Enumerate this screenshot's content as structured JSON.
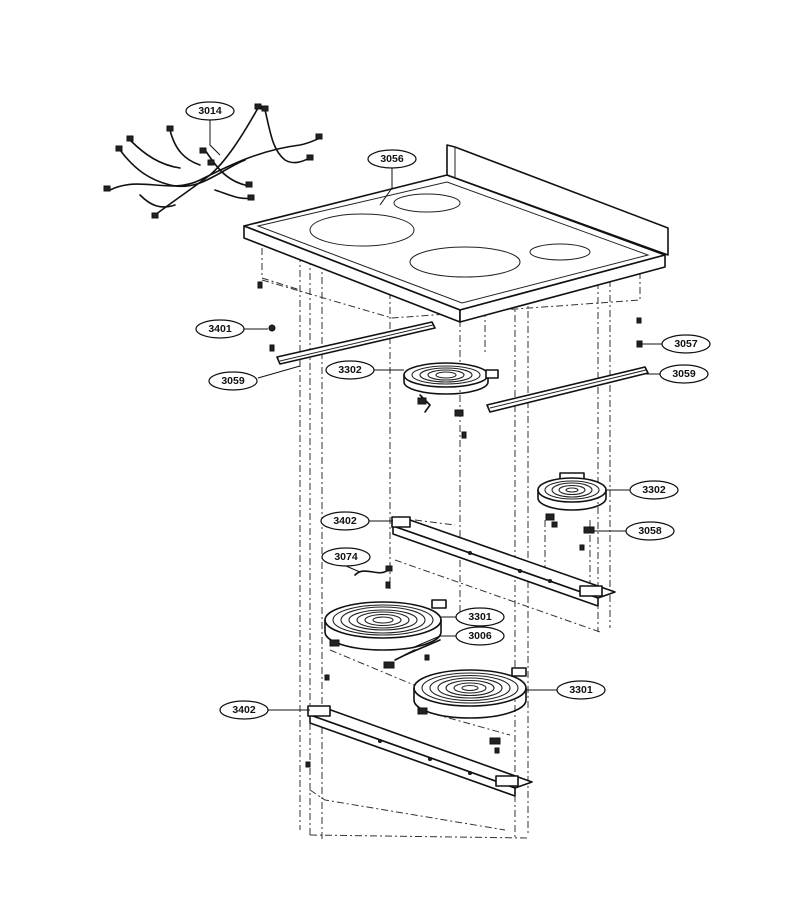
{
  "callouts": {
    "c3014": "3014",
    "c3056": "3056",
    "c3401": "3401",
    "c3057": "3057",
    "c3059a": "3059",
    "c3059b": "3059",
    "c3302a": "3302",
    "c3302b": "3302",
    "c3402a": "3402",
    "c3402b": "3402",
    "c3058": "3058",
    "c3074": "3074",
    "c3301a": "3301",
    "c3301b": "3301",
    "c3006": "3006"
  }
}
